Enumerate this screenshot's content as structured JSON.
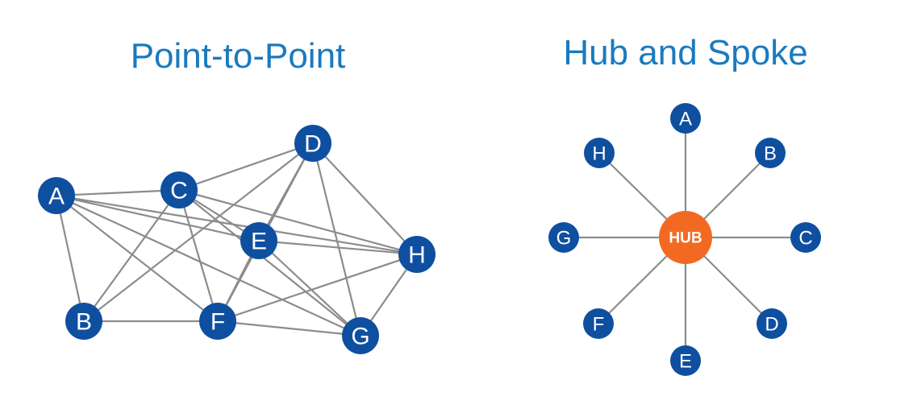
{
  "colors": {
    "title": "#1a7abf",
    "node": "#0f4fa0",
    "hub": "#f26a21",
    "edge": "#8c8c8c",
    "label": "#ffffff"
  },
  "point_to_point": {
    "title": "Point-to-Point",
    "nodes": [
      "A",
      "B",
      "C",
      "D",
      "E",
      "F",
      "G",
      "H"
    ],
    "edges": [
      [
        "A",
        "C"
      ],
      [
        "A",
        "B"
      ],
      [
        "A",
        "E"
      ],
      [
        "A",
        "H"
      ],
      [
        "A",
        "F"
      ],
      [
        "A",
        "G"
      ],
      [
        "B",
        "C"
      ],
      [
        "B",
        "D"
      ],
      [
        "B",
        "F"
      ],
      [
        "C",
        "D"
      ],
      [
        "C",
        "E"
      ],
      [
        "C",
        "H"
      ],
      [
        "C",
        "F"
      ],
      [
        "C",
        "G"
      ],
      [
        "D",
        "E"
      ],
      [
        "D",
        "F"
      ],
      [
        "D",
        "G"
      ],
      [
        "D",
        "H"
      ],
      [
        "E",
        "F"
      ],
      [
        "E",
        "G"
      ],
      [
        "E",
        "H"
      ],
      [
        "F",
        "G"
      ],
      [
        "F",
        "H"
      ],
      [
        "G",
        "H"
      ]
    ]
  },
  "hub_and_spoke": {
    "title": "Hub and Spoke",
    "hub_label": "HUB",
    "spokes": [
      "A",
      "B",
      "C",
      "D",
      "E",
      "F",
      "G",
      "H"
    ]
  }
}
